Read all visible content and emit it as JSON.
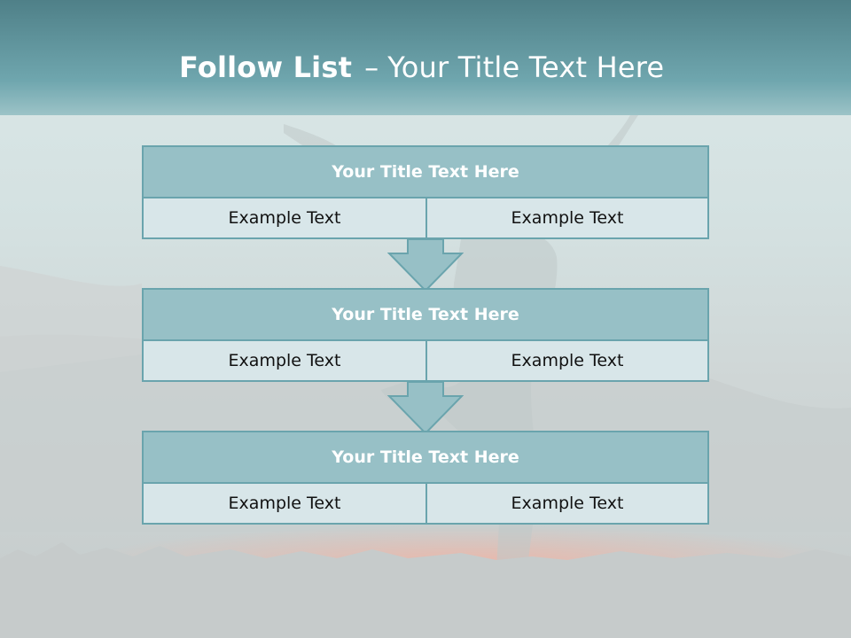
{
  "slide": {
    "title_bold": "Follow List",
    "title_dash": "–",
    "title_rest": "Your Title Text Here",
    "accent_color": "#6aa4ad",
    "header_fill": "#97c0c6",
    "row_fill": "#d8e6e9"
  },
  "steps": [
    {
      "title": "Your Title Text Here",
      "left": "Example Text",
      "right": "Example Text"
    },
    {
      "title": "Your Title Text Here",
      "left": "Example Text",
      "right": "Example Text"
    },
    {
      "title": "Your Title Text Here",
      "left": "Example Text",
      "right": "Example Text"
    }
  ]
}
